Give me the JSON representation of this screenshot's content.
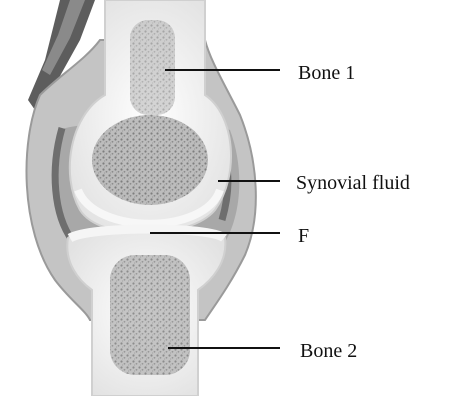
{
  "labels": {
    "bone1": "Bone 1",
    "synovial_fluid": "Synovial fluid",
    "f": "F",
    "bone2": "Bone 2"
  },
  "colors": {
    "bone_light": "#f1f1f1",
    "bone_spongy": "#9e9e9e",
    "capsule": "#b9b9b9",
    "membrane": "#7c7c7c",
    "fluid": "#a8a8a8",
    "muscle": "#5a5a5a",
    "leader_line": "#111111"
  }
}
